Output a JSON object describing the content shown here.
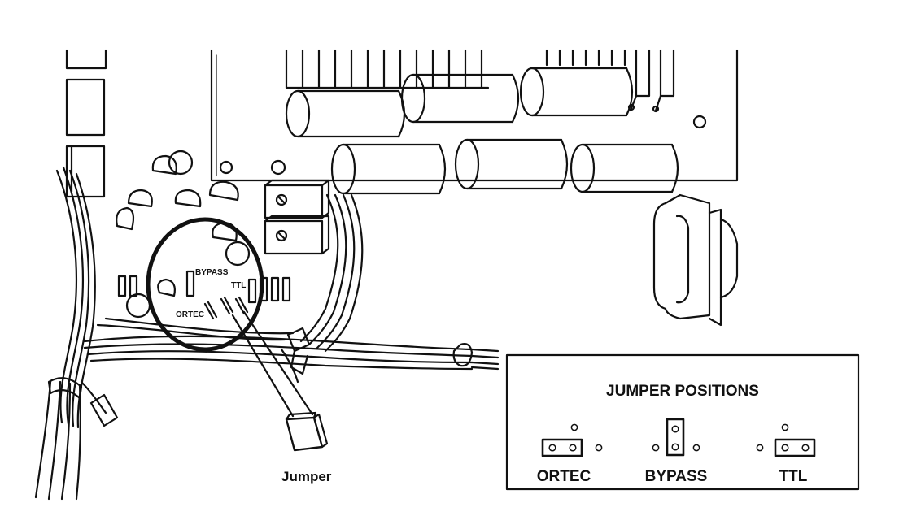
{
  "diagram": {
    "circle_labels": {
      "bypass": "BYPASS",
      "ttl": "TTL",
      "ortec": "ORTEC"
    },
    "jumper_label": "Jumper",
    "panel": {
      "title": "JUMPER POSITIONS",
      "positions": [
        {
          "label": "ORTEC"
        },
        {
          "label": "BYPASS"
        },
        {
          "label": "TTL"
        }
      ]
    }
  }
}
